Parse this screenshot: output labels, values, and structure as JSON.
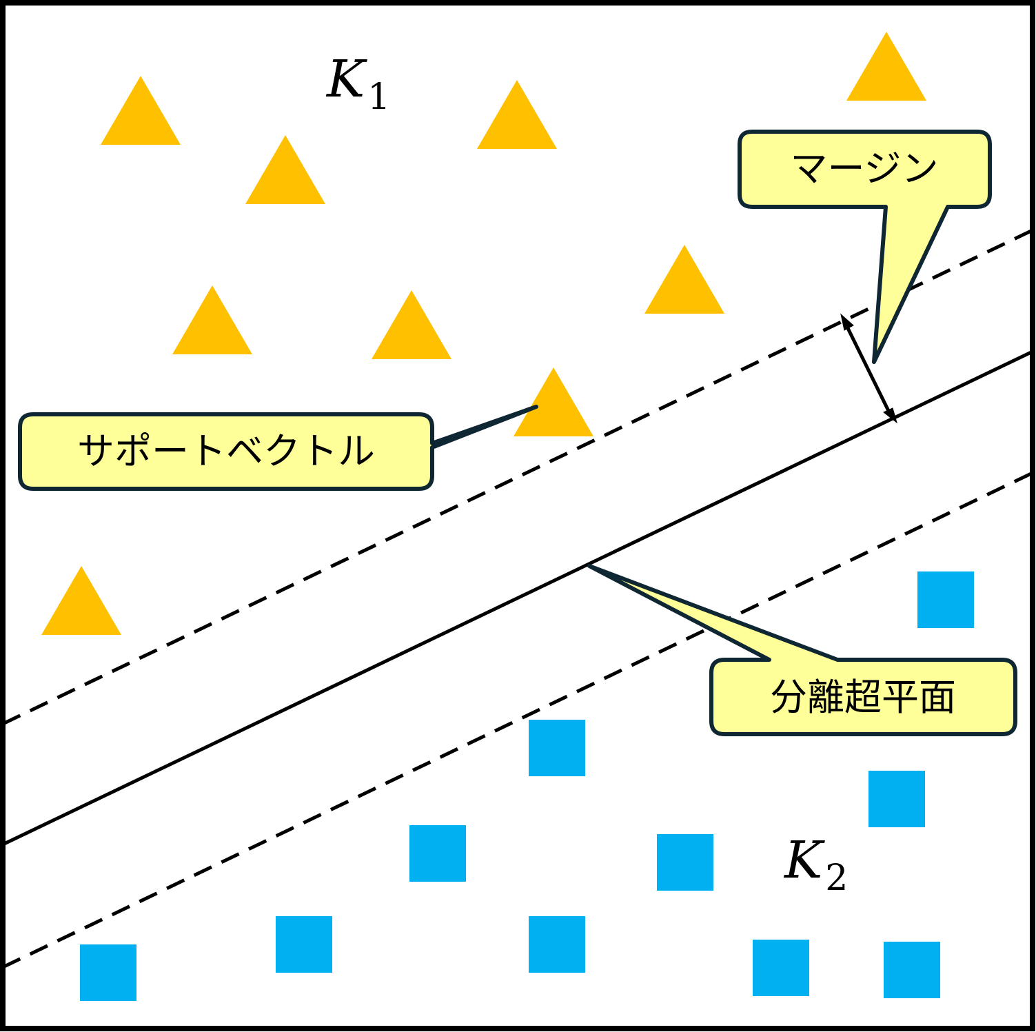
{
  "classes": [
    {
      "letter": "K",
      "subscript": "1"
    },
    {
      "letter": "K",
      "subscript": "2"
    }
  ],
  "callouts": {
    "margin": "マージン",
    "support_vector": "サポートベクトル",
    "hyperplane": "分離超平面"
  },
  "colors": {
    "class1_triangle": "#FFC000",
    "class2_square": "#00B0F0",
    "callout_fill": "#FFFF99",
    "callout_stroke": "#0F2633",
    "lines": "#000000",
    "frame": "#000000"
  },
  "shapes": {
    "class1": "triangle",
    "class2": "square"
  }
}
